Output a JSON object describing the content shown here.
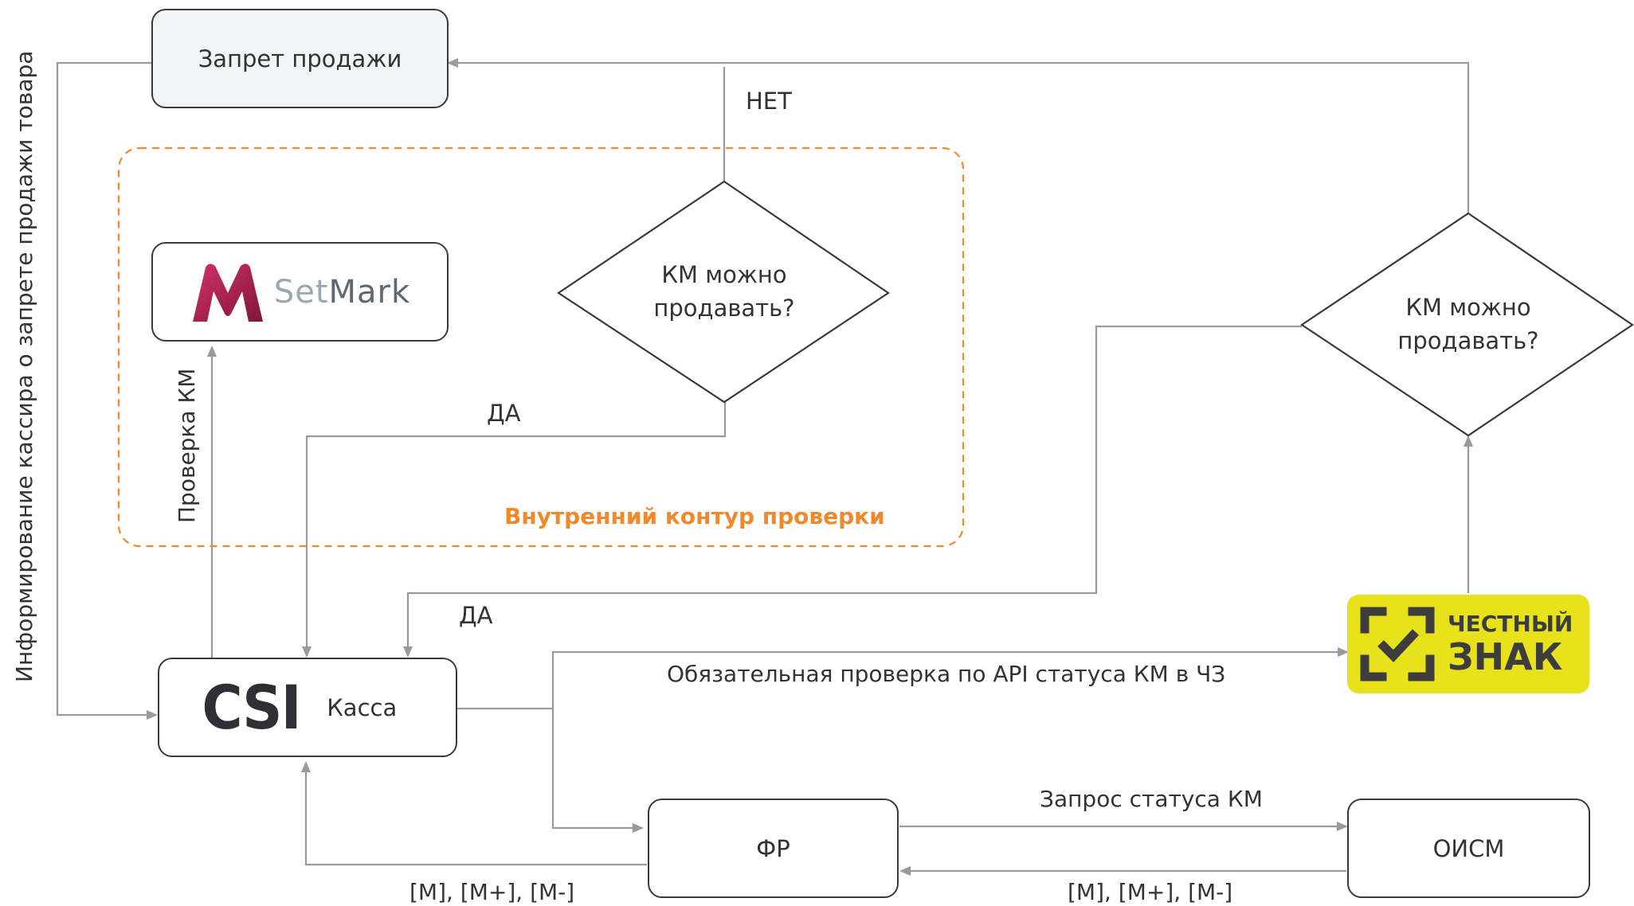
{
  "nodes": {
    "sale_ban": "Запрет продажи",
    "decision_internal": [
      "КМ можно",
      "продавать?"
    ],
    "decision_external": [
      "КМ можно",
      "продавать?"
    ],
    "setmark": {
      "part1": "Set",
      "part2": "Mark"
    },
    "csi": {
      "logo": "CSI",
      "label": "Касса"
    },
    "fr": "ФР",
    "oism": "ОИСМ",
    "chestny_znak": {
      "line1": "ЧЕСТНЫЙ",
      "line2": "ЗНАК"
    }
  },
  "labels": {
    "net": "НЕТ",
    "da_internal": "ДА",
    "da_external": "ДА",
    "check_km": "Проверка КМ",
    "inform_cashier": "Информирование кассира о запрете продажи товара",
    "inner_contour": "Внутренний контур проверки",
    "api_check": "Обязательная проверка по API статуса КМ в ЧЗ",
    "status_request": "Запрос статуса КМ",
    "codes_fr": "[M], [M+], [M-]",
    "codes_oism": "[M], [M+], [M-]"
  },
  "colors": {
    "line": "#9a9a9a",
    "box_border": "#3a3a3a",
    "sale_ban_fill": "#f1f5f6",
    "contour_orange": "#f0892c",
    "chestny_yellow": "#e8e21c",
    "setmark_red": "#c0264f"
  }
}
